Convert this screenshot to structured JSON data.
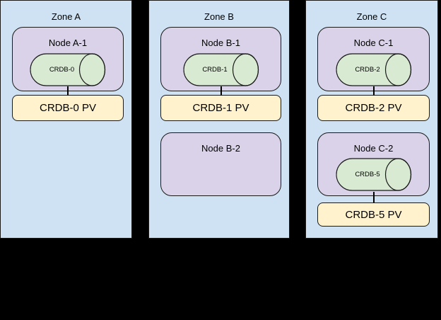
{
  "colors": {
    "background": "#000000",
    "zone_fill": "#cfe2f3",
    "node_fill": "#d9d2e9",
    "cylinder_fill": "#d9ead3",
    "pv_fill": "#fff2cc",
    "border": "#1a1a1a"
  },
  "zones": [
    {
      "label": "Zone A",
      "units": [
        {
          "node": "Node A-1",
          "db": "CRDB-0",
          "pv": "CRDB-0 PV"
        }
      ]
    },
    {
      "label": "Zone B",
      "units": [
        {
          "node": "Node B-1",
          "db": "CRDB-1",
          "pv": "CRDB-1 PV"
        },
        {
          "node": "Node B-2"
        }
      ]
    },
    {
      "label": "Zone C",
      "units": [
        {
          "node": "Node C-1",
          "db": "CRDB-2",
          "pv": "CRDB-2 PV"
        },
        {
          "node": "Node C-2",
          "db": "CRDB-5",
          "pv": "CRDB-5 PV"
        }
      ]
    }
  ]
}
